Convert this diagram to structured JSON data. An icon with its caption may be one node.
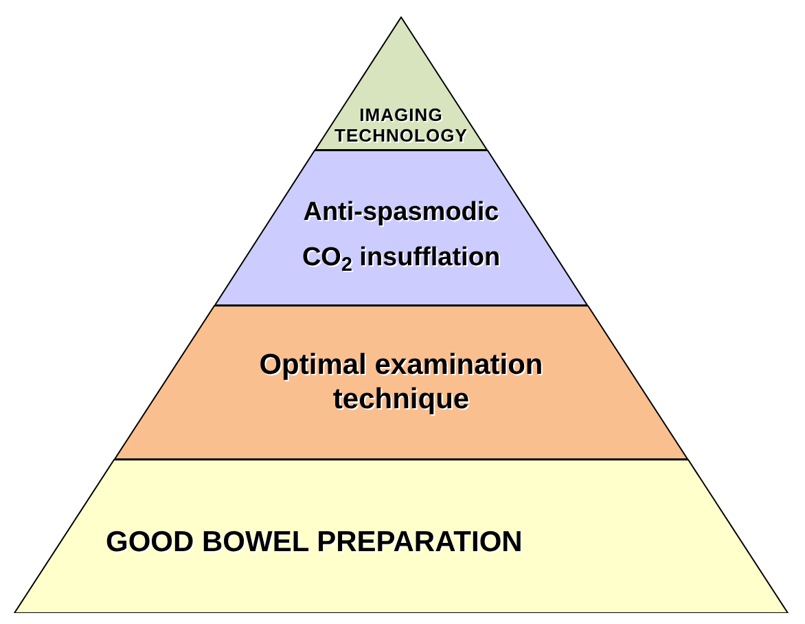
{
  "diagram": {
    "nodes": [
      {
        "text": [
          "IMAGING TECHNOLOGY"
        ]
      },
      {
        "text": [
          "Anti-spasmodic",
          "CO$_{2}$ insufflation"
        ]
      },
      {
        "text": [
          "Optimal examination technique"
        ]
      },
      {
        "text": [
          "GOOD BOWEL PREPARATION"
        ]
      }
    ]
  }
}
